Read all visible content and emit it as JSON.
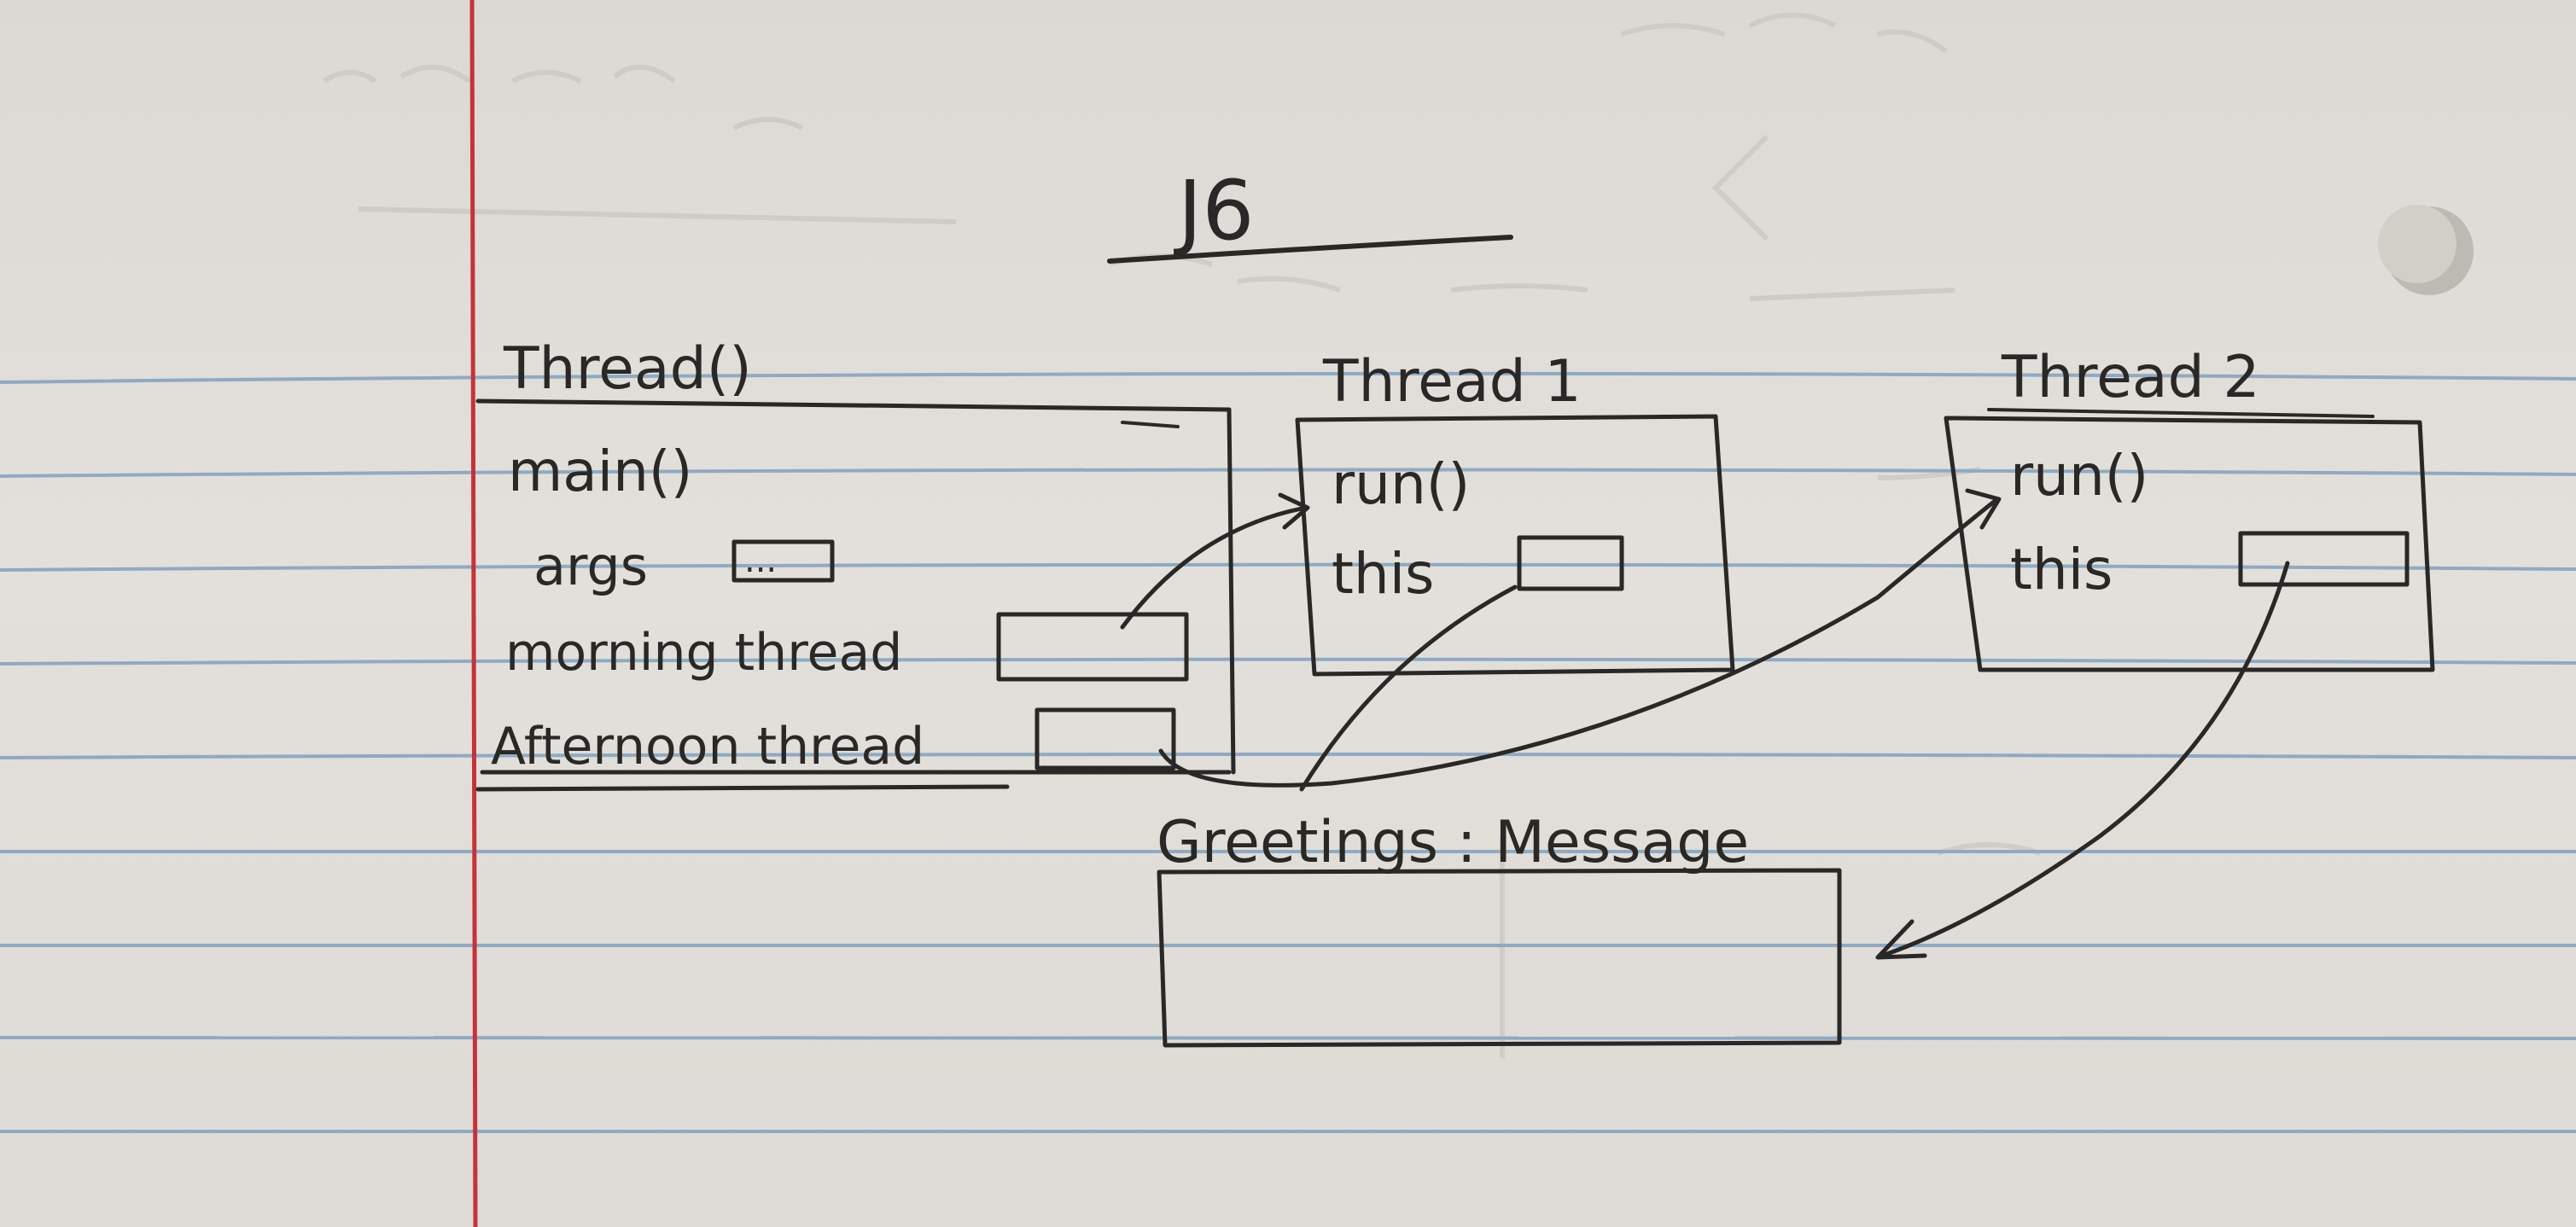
{
  "title": "J6",
  "stack_frame": {
    "header": "Thread()",
    "rows": [
      {
        "label": "main()",
        "slot": ""
      },
      {
        "label": "args",
        "slot": "..."
      },
      {
        "label": "morning thread",
        "slot": ""
      },
      {
        "label": "Afternoon thread",
        "slot": ""
      }
    ]
  },
  "thread1": {
    "header": "Thread 1",
    "rows": [
      {
        "label": "run()"
      },
      {
        "label": "this"
      }
    ]
  },
  "thread2": {
    "header": "Thread 2",
    "rows": [
      {
        "label": "run()"
      },
      {
        "label": "this"
      }
    ]
  },
  "heap_object": {
    "label": "Greetings : Message"
  },
  "colors": {
    "ink": "#2a2826",
    "paper": "#e0ddd8",
    "rule_line": "#8eaac4",
    "margin_line": "#c4333a"
  }
}
